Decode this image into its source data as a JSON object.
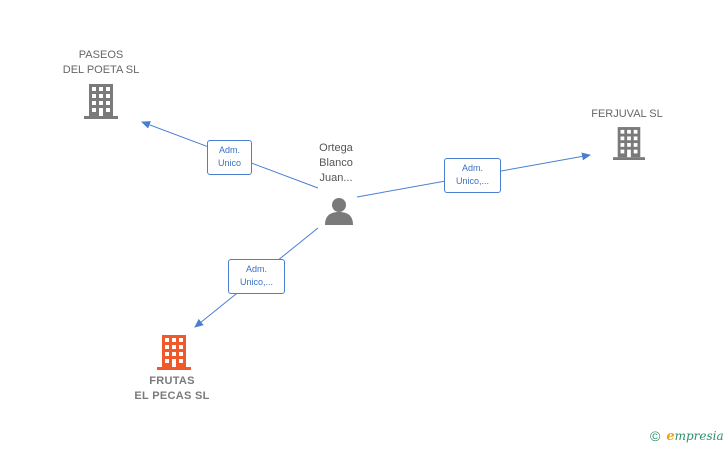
{
  "nodes": {
    "paseos": {
      "label": "PASEOS\nDEL POETA  SL"
    },
    "ferjuval": {
      "label": "FERJUVAL  SL"
    },
    "person": {
      "label": "Ortega\nBlanco\nJuan..."
    },
    "frutas": {
      "label": "FRUTAS\nEL PECAS  SL"
    }
  },
  "edges": {
    "paseos": {
      "label": "Adm.\nUnico"
    },
    "ferjuval": {
      "label": "Adm.\nUnico,..."
    },
    "frutas": {
      "label": "Adm.\nUnico,..."
    }
  },
  "colors": {
    "edge": "#4a7fd0",
    "company_icon": "#7a7a7a",
    "highlight_icon": "#f05a2a",
    "person_icon": "#7a7a7a"
  },
  "brand": {
    "copyright": "©",
    "logo_first": "e",
    "logo_rest": "mpresia"
  }
}
